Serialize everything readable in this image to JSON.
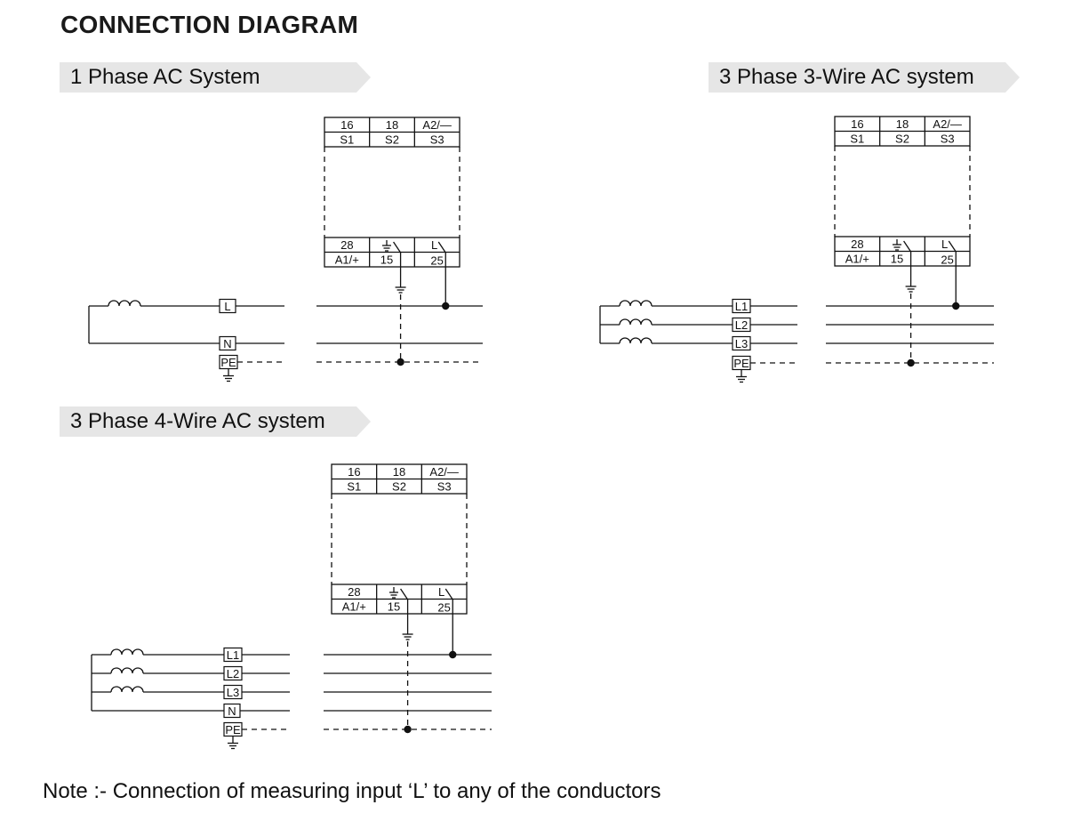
{
  "title": "CONNECTION DIAGRAM",
  "note": "Note :- Connection of measuring input ‘L’ to any of the conductors",
  "colors": {
    "line": "#111111",
    "banner": "#e6e6e6"
  },
  "device": {
    "top_row1": [
      "16",
      "18",
      "A2/—"
    ],
    "top_row2": [
      "S1",
      "S2",
      "S3"
    ],
    "bottom_row1": [
      "28",
      "earth-icon",
      "L"
    ],
    "bottom_row2": [
      "A1/+",
      "15",
      "25"
    ]
  },
  "diagrams": [
    {
      "id": "single-phase",
      "heading": "1 Phase AC System",
      "conductors": [
        "L",
        "N",
        "PE"
      ],
      "coils": 1
    },
    {
      "id": "three-phase-3-wire",
      "heading": "3 Phase 3-Wire AC system",
      "conductors": [
        "L1",
        "L2",
        "L3",
        "PE"
      ],
      "coils": 3
    },
    {
      "id": "three-phase-4-wire",
      "heading": "3 Phase 4-Wire AC system",
      "conductors": [
        "L1",
        "L2",
        "L3",
        "N",
        "PE"
      ],
      "coils": 3
    }
  ]
}
